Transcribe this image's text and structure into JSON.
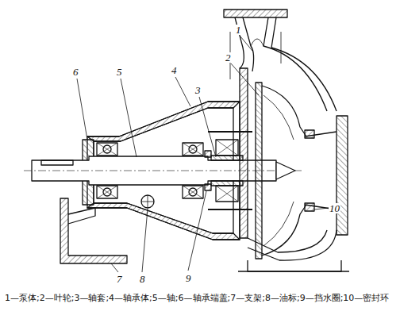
{
  "diagram": {
    "caption": "1—泵体;2—叶轮;3—轴套;4—轴承体;5—轴;6—轴承端盖;7—支架;8—油标;9—挡水圈;10—密封环",
    "labels": [
      "1",
      "2",
      "3",
      "4",
      "5",
      "6",
      "7",
      "8",
      "9",
      "10"
    ]
  }
}
